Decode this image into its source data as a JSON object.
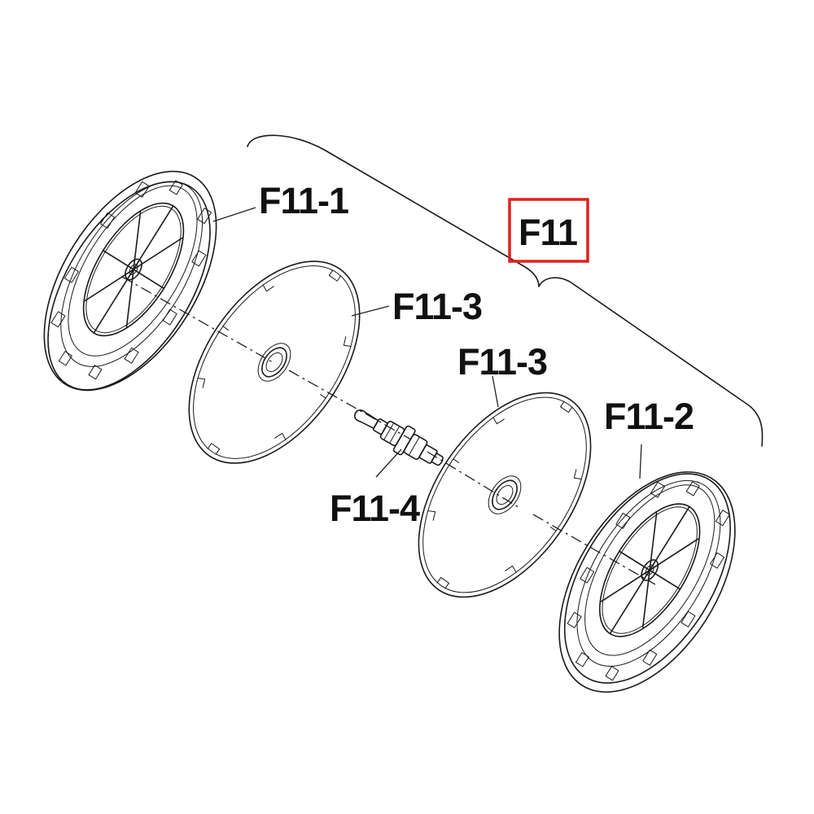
{
  "assembly": {
    "code": "F11",
    "highlight_color": "#e02020"
  },
  "parts": [
    {
      "code": "F11-1",
      "part": "front-cover"
    },
    {
      "code": "F11-3",
      "part": "gasket-left"
    },
    {
      "code": "F11-3",
      "part": "gasket-right"
    },
    {
      "code": "F11-4",
      "part": "center-valve"
    },
    {
      "code": "F11-2",
      "part": "rear-cover"
    }
  ]
}
